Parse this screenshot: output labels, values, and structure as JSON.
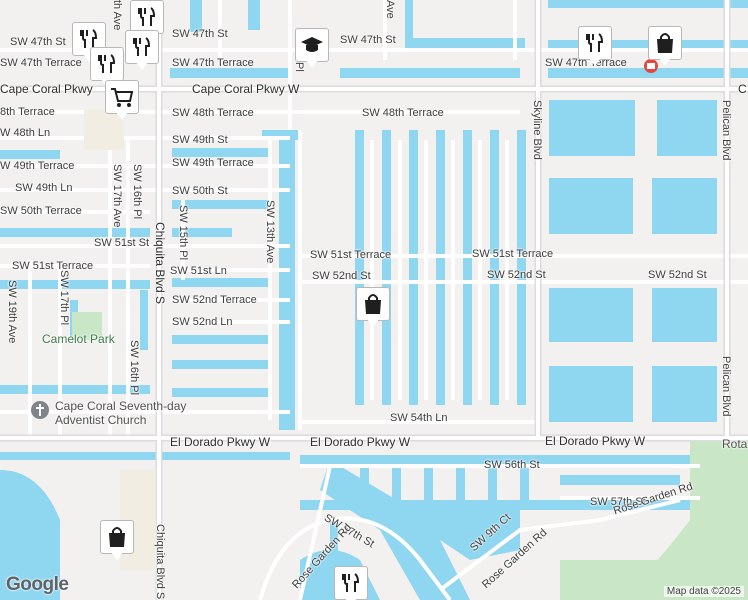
{
  "map": {
    "colors": {
      "land": "#f2f1ef",
      "water": "#8fd6f0",
      "road": "#ffffff",
      "major_road": "#dcdcdc",
      "park": "#c9e7c6",
      "pin_fill": "#ffffff",
      "pin_icon": "#1f1f1f"
    },
    "streets": {
      "sw_47th_st_w": "SW 47th St",
      "sw_47th_st_c": "SW 47th St",
      "sw_47th_st_e": "SW 47th St",
      "sw_47th_ter_w": "SW 47th Terrace",
      "sw_47th_ter_c": "SW 47th Terrace",
      "sw_47th_ter_e": "SW 47th Terrace",
      "cape_coral_w": "Cape Coral Pkwy",
      "cape_coral_c": "Cape Coral Pkwy W",
      "cape_coral_e": "C",
      "sw_48th_ter_w": "8th Terrace",
      "sw_48th_ter_c": "SW 48th Terrace",
      "sw_48th_ter_e": "SW 48th Terrace",
      "sw_48th_ln": "W 48th Ln",
      "sw_49th_st": "SW 49th St",
      "sw_49th_ter_w": "W 49th Terrace",
      "sw_49th_ter_c": "SW 49th Terrace",
      "sw_49th_ln": "SW 49th Ln",
      "sw_50th_st": "SW 50th St",
      "sw_50th_ter": "SW 50th Terrace",
      "sw_51st_st": "SW 51st St",
      "sw_51st_ter_w": "SW 51st Terrace",
      "sw_51st_ter_c": "SW 51st Terrace",
      "sw_51st_ter_e": "SW 51st Terrace",
      "sw_51st_ln": "SW 51st Ln",
      "sw_52nd_st_c": "SW 52nd St",
      "sw_52nd_st_e": "SW 52nd St",
      "sw_52nd_st_f": "SW 52nd St",
      "sw_52nd_ter": "SW 52nd Terrace",
      "sw_52nd_ln": "SW 52nd Ln",
      "sw_54th_ln": "SW 54th Ln",
      "el_dorado_w": "El Dorado Pkwy W",
      "el_dorado_c": "El Dorado Pkwy W",
      "el_dorado_e": "El Dorado Pkwy W",
      "sw_56th_st": "SW 56th St",
      "sw_57th_st_c": "SW 57th St",
      "sw_57th_st_e": "SW 57th St",
      "rose_garden_w": "Rose Garden Rd",
      "rose_garden_c": "Rose Garden Rd",
      "rose_garden_e": "Rose Garden Rd",
      "sw_9th_ct": "SW 9th Ct",
      "chiquita": "Chiquita Blvd S",
      "chiquita_s": "Chiquita Blvd S",
      "skyline": "Skyline Blvd",
      "pelican_n": "Pelican Blvd",
      "pelican_s": "Pelican Blvd",
      "sw_16th_pl_n": "SW 16th Pl",
      "sw_16th_pl_s": "SW 16th Pl",
      "sw_17th_ave": "SW 17th Ave",
      "sw_17th_pl": "SW 17th Pl",
      "sw_15th_pl": "SW 15th Pl",
      "sw_13th_ave": "SW 13th Ave",
      "sw_19th_ave": "SW 19th Ave",
      "ave_top": "Ave",
      "pl_top": "Pl",
      "th_ave_top": "th Ave"
    },
    "places": {
      "camelot_park": "Camelot Park",
      "church_line1": "Cape Coral Seventh-day",
      "church_line2": "Adventist Church",
      "rota": "Rota"
    },
    "pins": [
      {
        "name": "restaurant-pin",
        "icon": "restaurant-icon"
      },
      {
        "name": "restaurant-pin",
        "icon": "restaurant-icon"
      },
      {
        "name": "restaurant-pin",
        "icon": "restaurant-icon"
      },
      {
        "name": "restaurant-pin",
        "icon": "restaurant-icon"
      },
      {
        "name": "shopping-cart-pin",
        "icon": "shopping-cart-icon"
      },
      {
        "name": "school-pin",
        "icon": "graduation-cap-icon"
      },
      {
        "name": "restaurant-pin",
        "icon": "restaurant-icon"
      },
      {
        "name": "shopping-bag-pin",
        "icon": "shopping-bag-icon"
      },
      {
        "name": "shopping-bag-pin",
        "icon": "shopping-bag-icon"
      },
      {
        "name": "shopping-bag-pin",
        "icon": "shopping-bag-icon"
      },
      {
        "name": "restaurant-pin",
        "icon": "restaurant-icon"
      }
    ],
    "attribution": "Map data ©2025",
    "logo": "Google"
  }
}
